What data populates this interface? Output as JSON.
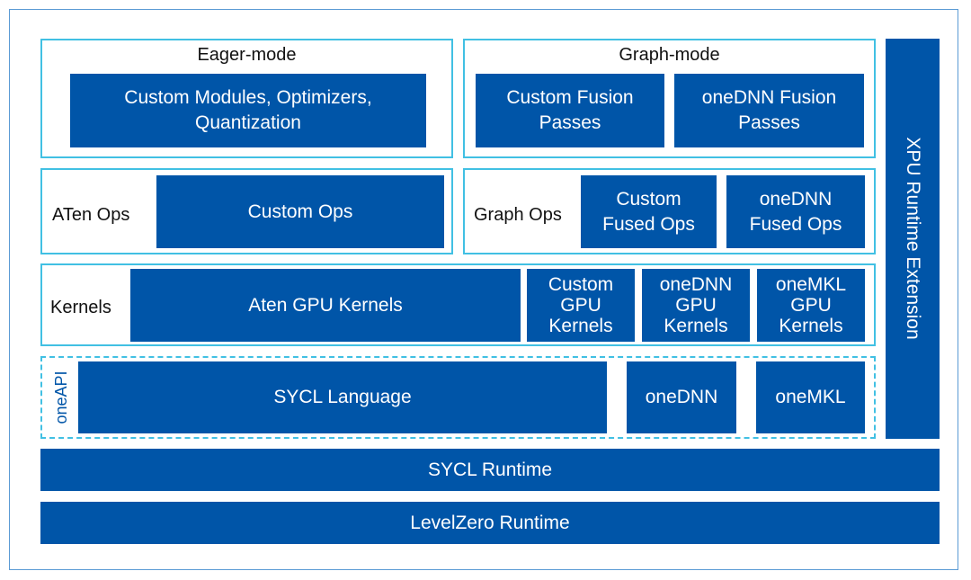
{
  "eager": {
    "title": "Eager-mode",
    "modules": "Custom Modules, Optimizers,\nQuantization"
  },
  "graph": {
    "title": "Graph-mode",
    "custom_fusion": "Custom Fusion\nPasses",
    "onednn_fusion": "oneDNN Fusion\nPasses"
  },
  "aten_ops": {
    "label": "ATen Ops",
    "custom_ops": "Custom Ops"
  },
  "graph_ops": {
    "label": "Graph Ops",
    "custom_fused": "Custom\nFused Ops",
    "onednn_fused": "oneDNN\nFused Ops"
  },
  "kernels": {
    "label": "Kernels",
    "aten_gpu": "Aten GPU Kernels",
    "custom_gpu": "Custom\nGPU\nKernels",
    "onednn_gpu": "oneDNN\nGPU\nKernels",
    "onemkl_gpu": "oneMKL\nGPU\nKernels"
  },
  "oneapi": {
    "label": "oneAPI",
    "sycl_language": "SYCL Language",
    "onednn": "oneDNN",
    "onemkl": "oneMKL"
  },
  "xpu_extension": "XPU Runtime Extension",
  "sycl_runtime": "SYCL Runtime",
  "levelzero_runtime": "LevelZero Runtime",
  "colors": {
    "block_blue": "#0055a8",
    "outline_cyan": "#41c0e3",
    "frame_blue": "#5b9bd5"
  }
}
